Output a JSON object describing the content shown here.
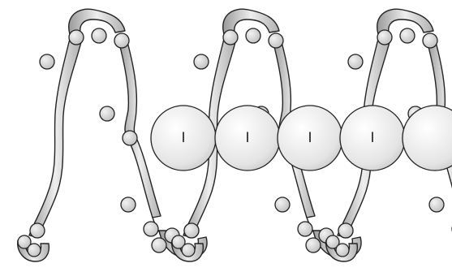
{
  "diagram": {
    "colors": {
      "ribbon_light": "#eeeeee",
      "ribbon_dark": "#9a9a9a",
      "residue_light": "#f2f2f2",
      "residue_dark": "#bdbdbd",
      "bead_light": "#ffffff",
      "bead_dark": "#bfbfbf",
      "outline": "#222222"
    },
    "beads": [
      {
        "label": "I"
      },
      {
        "label": "I"
      },
      {
        "label": "I"
      },
      {
        "label": "I"
      },
      {
        "label": ""
      }
    ],
    "repeat_units": 3
  }
}
